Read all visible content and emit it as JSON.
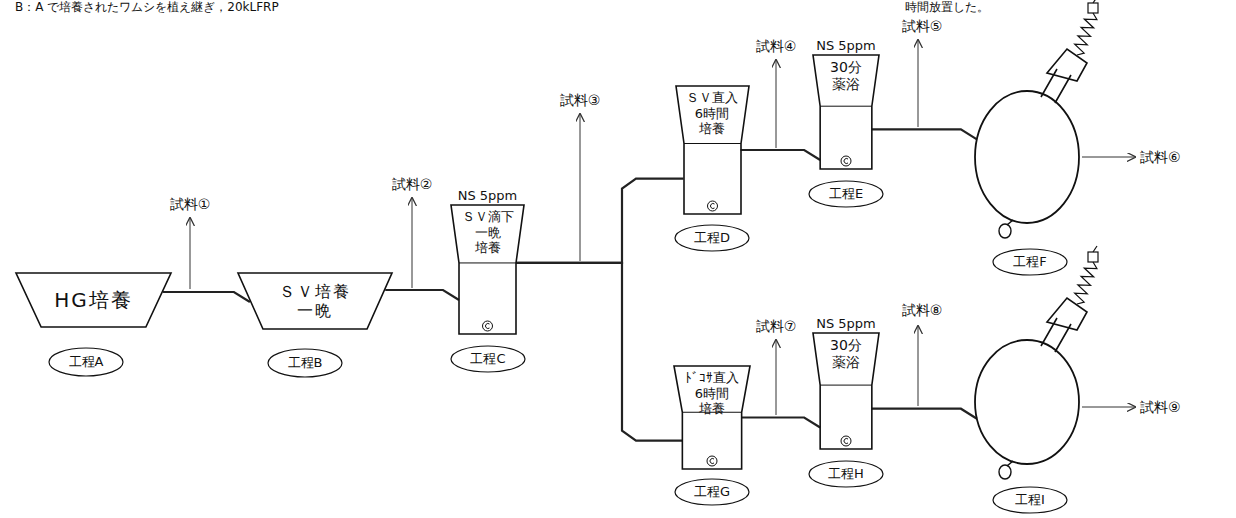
{
  "diagram": {
    "nodes": [
      {
        "text": [
          "HG培養"
        ]
      },
      {
        "text": [
          "工程A"
        ]
      },
      {
        "text": [
          "ＳＶ培養 一晩"
        ]
      },
      {
        "text": [
          "工程B"
        ]
      },
      {
        "text": [
          "NS 5ppm",
          "ＳＶ滴下 一晩 培養"
        ]
      },
      {
        "text": [
          "工程C"
        ]
      },
      {
        "text": [
          "ＳＶ直入 6時間 培養"
        ]
      },
      {
        "text": [
          "工程D"
        ]
      },
      {
        "text": [
          "NS 5ppm",
          "30分 薬浴"
        ]
      },
      {
        "text": [
          "工程E"
        ]
      },
      {
        "text": []
      },
      {
        "text": [
          "工程F"
        ]
      },
      {
        "text": [
          "ﾄﾞｺｻ直入 6時間 培養"
        ]
      },
      {
        "text": [
          "工程G"
        ]
      },
      {
        "text": [
          "NS 5ppm",
          "30分 薬浴"
        ]
      },
      {
        "text": [
          "工程H"
        ]
      },
      {
        "text": []
      },
      {
        "text": [
          "工程I"
        ]
      }
    ],
    "edges": [
      {
        "from": 0,
        "to": 2,
        "arrow": "none"
      },
      {
        "from": 2,
        "to": 4,
        "arrow": "none"
      },
      {
        "from": 4,
        "to": 6,
        "arrow": "none"
      },
      {
        "from": 4,
        "to": 12,
        "arrow": "none"
      },
      {
        "from": 6,
        "to": 8,
        "arrow": "none"
      },
      {
        "from": 8,
        "to": 10,
        "arrow": "none"
      },
      {
        "from": 12,
        "to": 14,
        "arrow": "none"
      },
      {
        "from": 14,
        "to": 16,
        "arrow": "none"
      }
    ],
    "labels": [
      "B：A で培養されたワムシを植え継ぎ，20kLFRP",
      "時間放置した。",
      "試料①",
      "試料②",
      "試料③",
      "試料④",
      "試料⑤",
      "試料⑥",
      "試料⑦",
      "試料⑧",
      "試料⑨"
    ]
  }
}
